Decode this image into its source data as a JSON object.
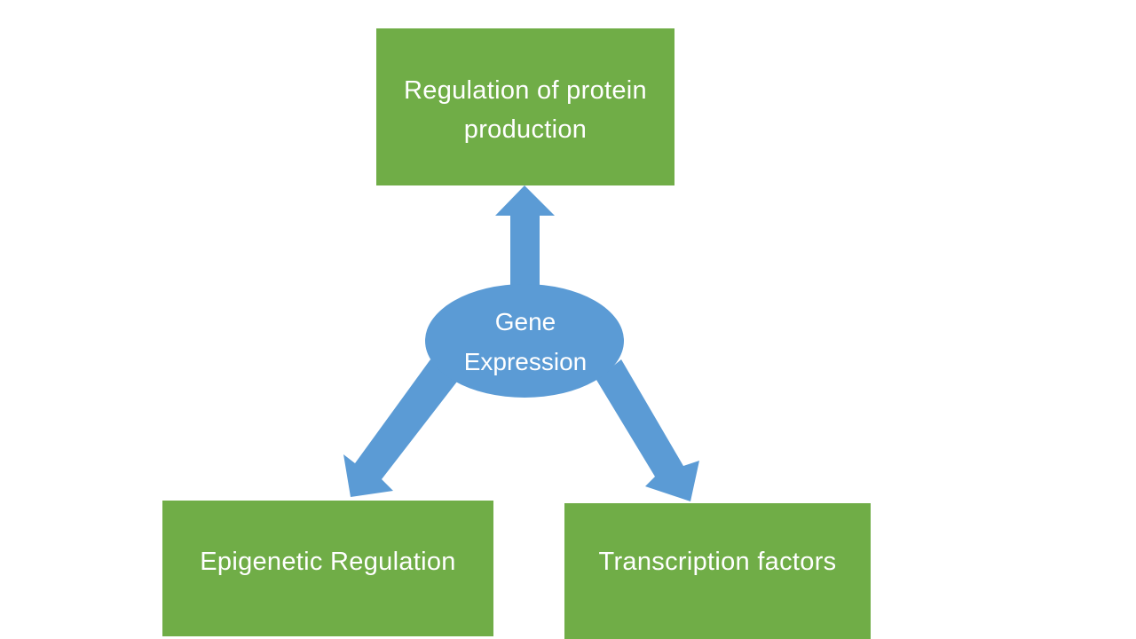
{
  "diagram": {
    "center": {
      "line1": "Gene",
      "line2": "Expression"
    },
    "nodes": {
      "top": {
        "line1": "Regulation of protein",
        "line2": "production"
      },
      "left": {
        "label": "Epigenetic Regulation"
      },
      "right": {
        "label": "Transcription factors"
      }
    },
    "edges": [
      {
        "from": "Gene Expression",
        "to": "Regulation of protein production"
      },
      {
        "from": "Gene Expression",
        "to": "Epigenetic Regulation"
      },
      {
        "from": "Gene Expression",
        "to": "Transcription factors"
      }
    ],
    "colors": {
      "box": "#70ad47",
      "ellipse": "#5b9bd5",
      "arrow": "#5b9bd5",
      "text": "#ffffff"
    }
  }
}
